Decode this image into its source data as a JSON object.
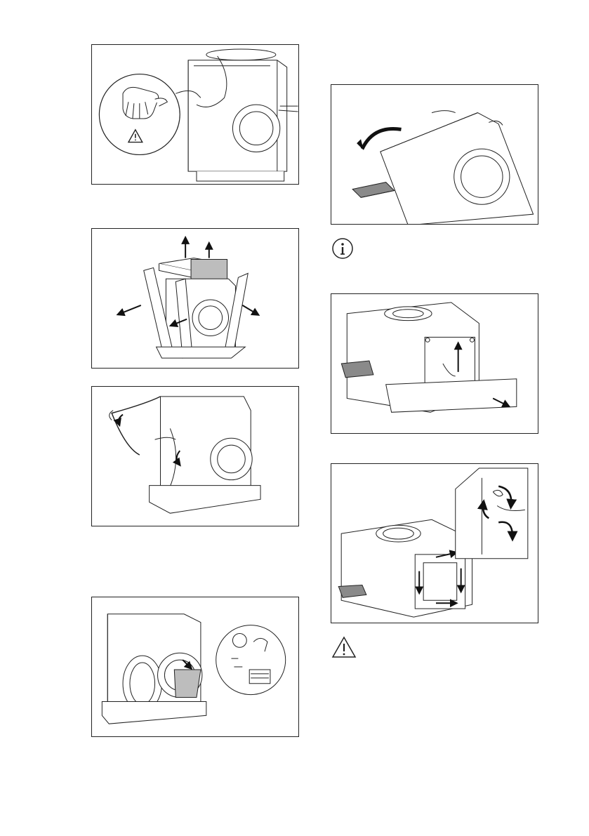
{
  "document": {
    "type": "installation-instructions-page",
    "figures": [
      {
        "id": "fig-1",
        "icon": "gloves-warning-icon"
      },
      {
        "id": "fig-2",
        "icon": "remove-packaging-arrows-icon"
      },
      {
        "id": "fig-3",
        "icon": "remove-plastic-cover-icon"
      },
      {
        "id": "fig-4",
        "icon": "accessories-bag-icon"
      },
      {
        "id": "fig-5",
        "icon": "tilt-machine-icon"
      },
      {
        "id": "fig-6",
        "icon": "remove-base-icon"
      },
      {
        "id": "fig-7",
        "icon": "remove-polystyrene-icon"
      }
    ],
    "notes": [
      {
        "icon": "info-icon"
      },
      {
        "icon": "warning-icon"
      }
    ]
  }
}
